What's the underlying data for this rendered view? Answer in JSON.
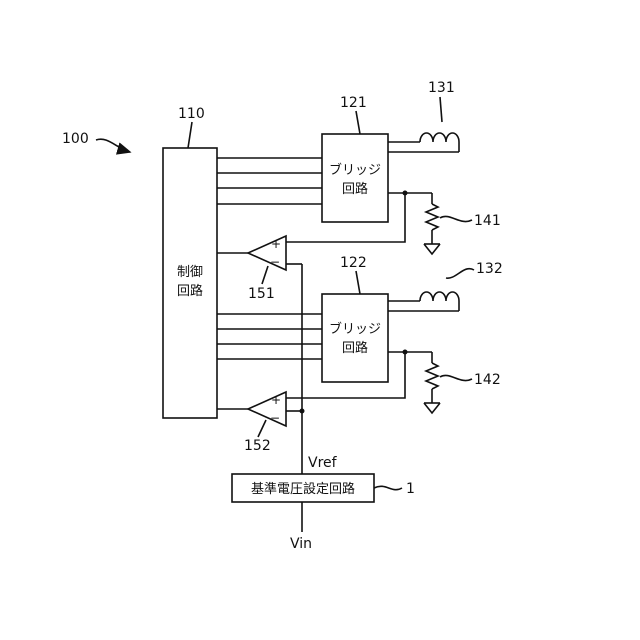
{
  "diagram": {
    "system_ref": "100",
    "control": {
      "ref": "110",
      "label_line1": "制御",
      "label_line2": "回路"
    },
    "bridges": [
      {
        "ref": "121",
        "label_line1": "ブリッジ",
        "label_line2": "回路"
      },
      {
        "ref": "122",
        "label_line1": "ブリッジ",
        "label_line2": "回路"
      }
    ],
    "coils": [
      {
        "ref": "131"
      },
      {
        "ref": "132"
      }
    ],
    "resistors": [
      {
        "ref": "141"
      },
      {
        "ref": "142"
      }
    ],
    "comparators": [
      {
        "ref": "151",
        "plus": "+",
        "minus": "−"
      },
      {
        "ref": "152",
        "plus": "+",
        "minus": "−"
      }
    ],
    "reference": {
      "ref": "1",
      "label": "基準電圧設定回路"
    },
    "signals": {
      "vref": "Vref",
      "vin": "Vin"
    }
  }
}
